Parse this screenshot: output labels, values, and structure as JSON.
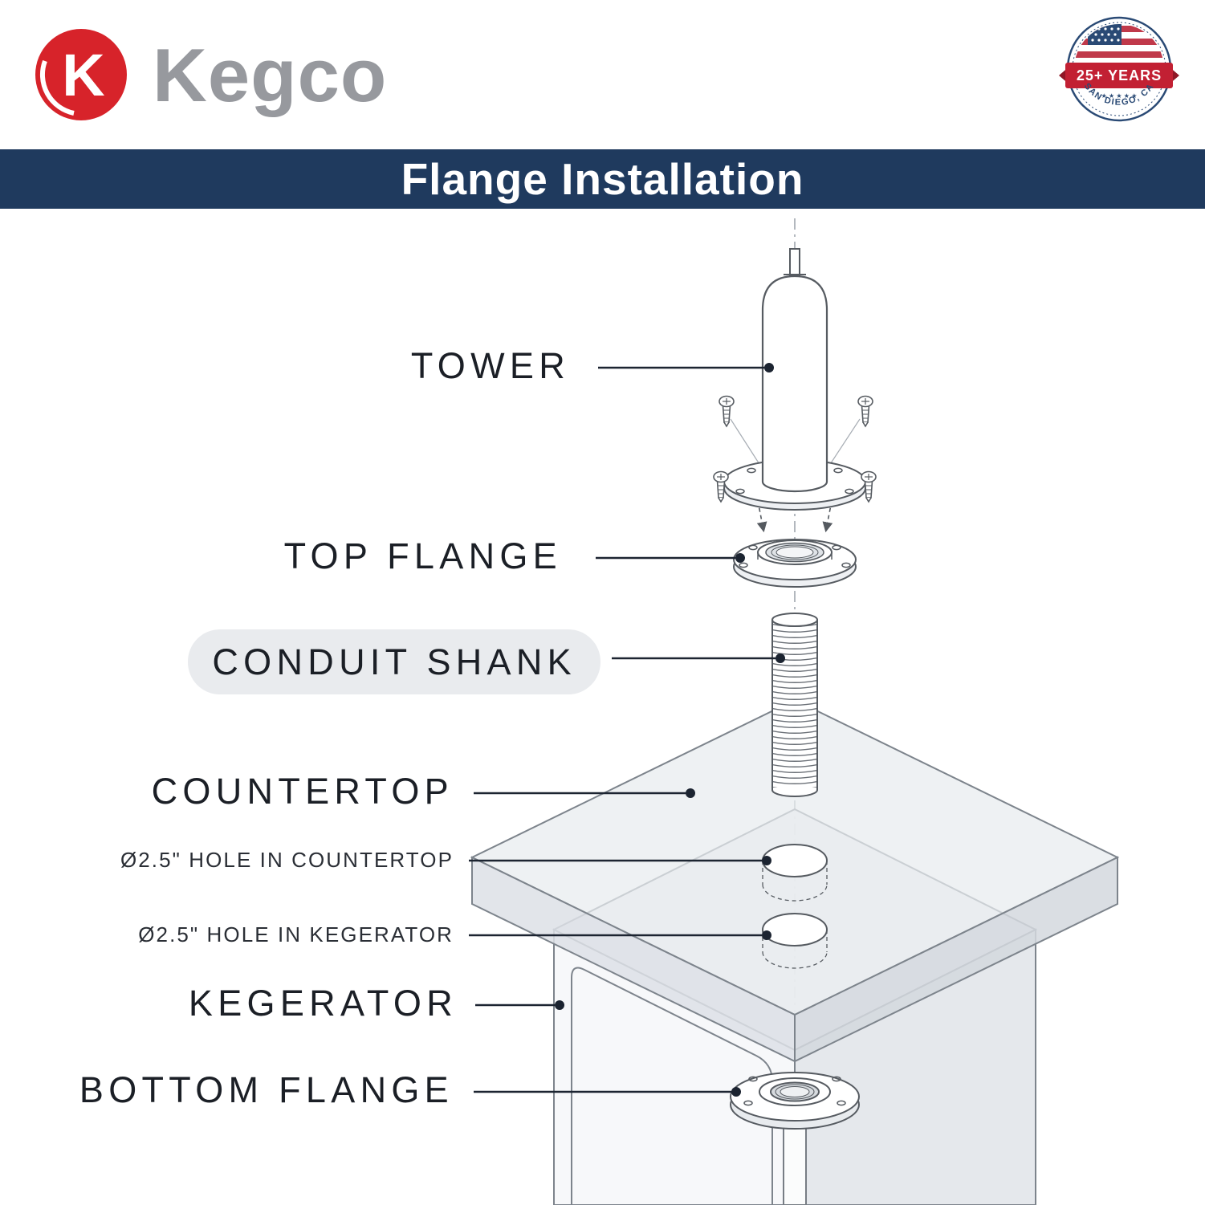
{
  "header": {
    "brand": "Kegco",
    "logo_letter": "K",
    "badge": {
      "years": "25+ YEARS",
      "stars": "★ ★ ★ ★ ★",
      "location": "SAN DIEGO, CA"
    }
  },
  "banner": {
    "title": "Flange Installation"
  },
  "diagram": {
    "labels": {
      "tower": "TOWER",
      "top_flange": "TOP FLANGE",
      "conduit_shank": "CONDUIT SHANK",
      "countertop": "COUNTERTOP",
      "hole_countertop": "Ø2.5\" HOLE IN COUNTERTOP",
      "hole_kegerator": "Ø2.5\" HOLE IN KEGERATOR",
      "kegerator": "KEGERATOR",
      "bottom_flange": "BOTTOM FLANGE"
    }
  },
  "colors": {
    "navy": "#1F3A5E",
    "brand_red": "#D7232A",
    "brand_gray": "#97999E",
    "leader_line": "#1C2431",
    "highlight_pill": "#E9EBEE",
    "drawing_stroke": "#565B61"
  }
}
